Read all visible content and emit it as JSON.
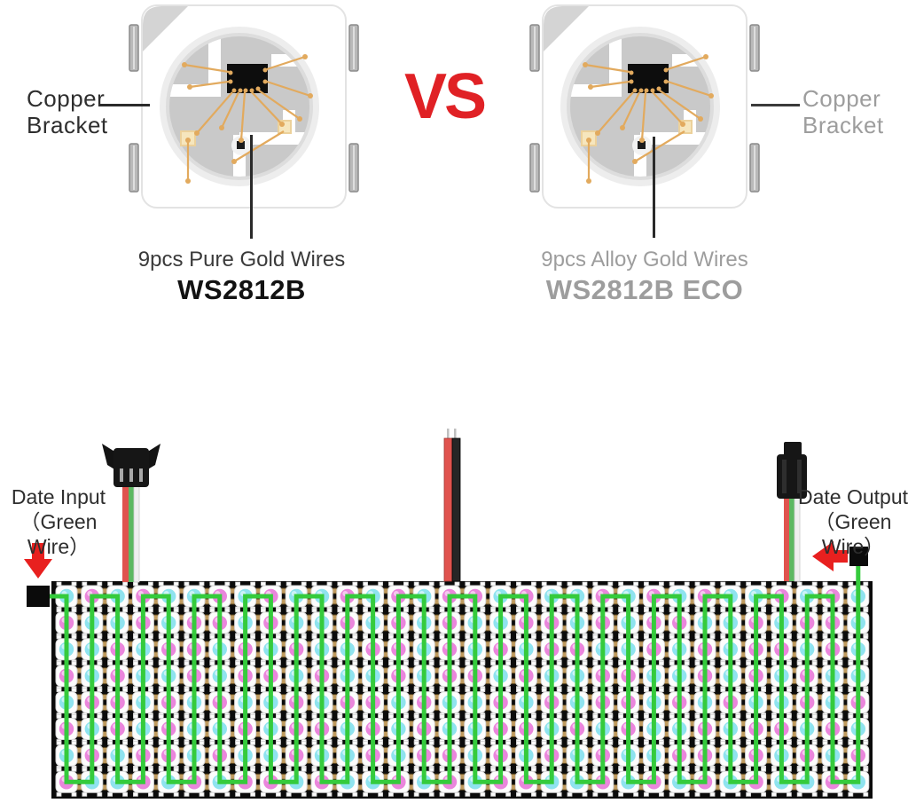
{
  "comparison": {
    "vs_label": "VS",
    "left": {
      "bracket_label": "Copper Bracket",
      "wires_label": "9pcs Pure Gold Wires",
      "name": "WS2812B"
    },
    "right": {
      "bracket_label": "Copper Bracket",
      "wires_label": "9pcs Alloy Gold Wires",
      "name": "WS2812B ECO"
    }
  },
  "panel": {
    "input_label": "Date Input",
    "input_sublabel": "（Green Wire）",
    "output_label": "Date Output",
    "output_sublabel": "（Green Wire）",
    "rows": 8,
    "cols": 32,
    "led_colors": {
      "m": "#ea86dc",
      "c": "#8fe3ef"
    },
    "pattern": [
      "cmcmccmcmccmcmcmmcmccmcmcmccmcmc",
      "mccmcmmcmccmcmcmccmmcmcmmccmcmmc",
      "ccmcmmcmcmccmmcmcmcmmccmcmcmmcmc",
      "mcmccmcmmcmccmcmmcmccmmccmcmcmcc",
      "cmmcmcmccmcmmcmccmcmcmmcmcmccmcm",
      "mcmcmccmcmmcmcmccmmcmcmccmcmmcmc",
      "cmcmmcmccmccmcmmcmcmcmccmmcmcmcm",
      "mccmcmcmmcmccmcmcmmccmcmcmcmccmc"
    ],
    "wire_color": "#35cb3c",
    "accent_red": "#e8201f",
    "panel_color": "#0b0b0b"
  }
}
